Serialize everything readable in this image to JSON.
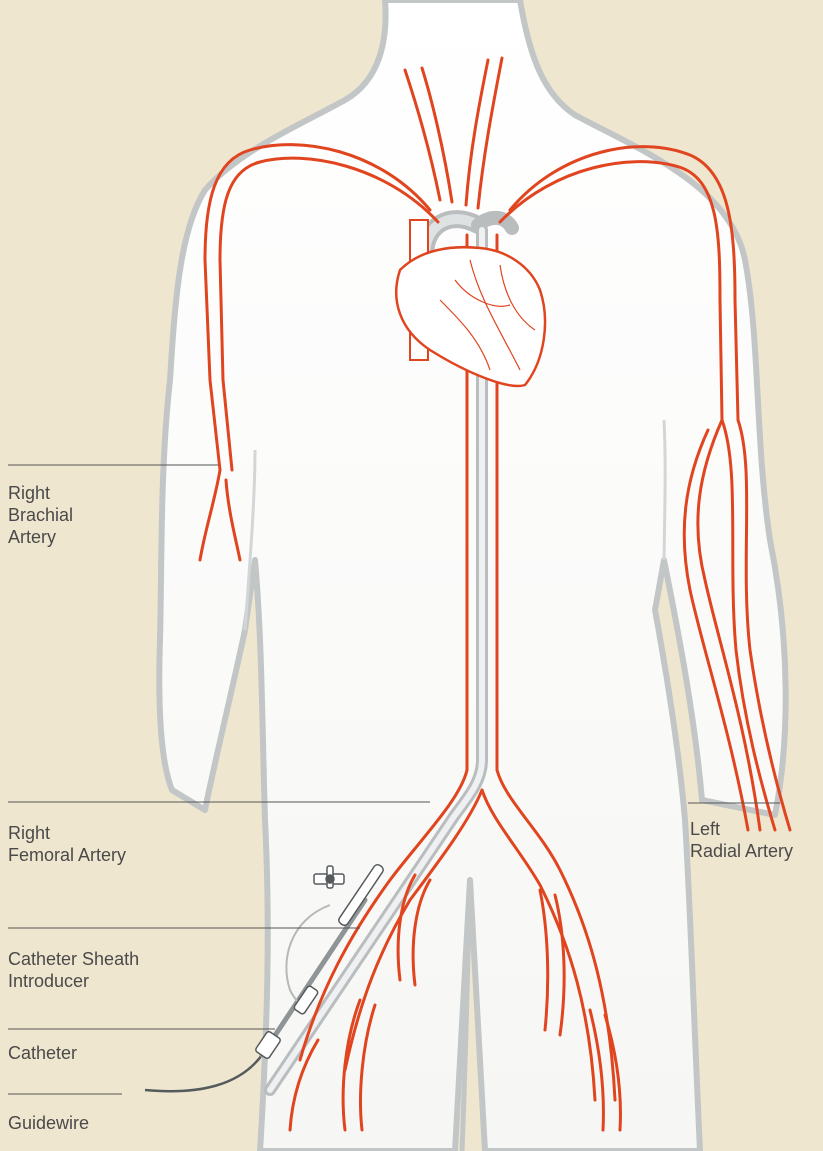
{
  "labels": {
    "right_brachial": [
      "Right",
      "Brachial",
      "Artery"
    ],
    "right_femoral": [
      "Right",
      "Femoral Artery"
    ],
    "left_radial": [
      "Left",
      "Radial Artery"
    ],
    "sheath": [
      "Catheter Sheath",
      "Introducer"
    ],
    "catheter": [
      "Catheter"
    ],
    "guidewire": [
      "Guidewire"
    ]
  },
  "colors": {
    "background": "#efe6cf",
    "body_fill": "#ffffff",
    "body_outline": "#c3c6c7",
    "artery": "#e0451f",
    "catheter_wire": "#a9aeb0",
    "leader_line": "#555555"
  }
}
